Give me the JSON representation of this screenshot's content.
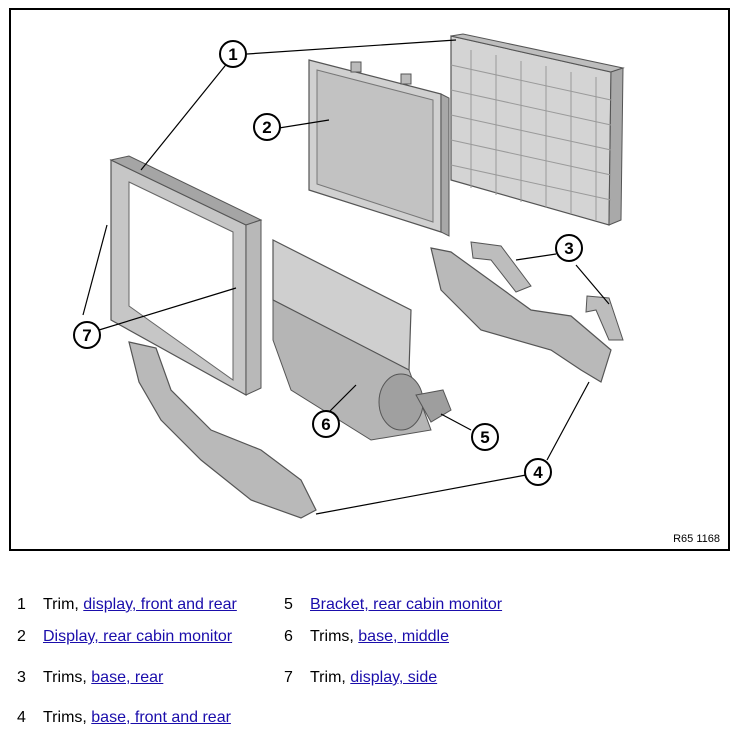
{
  "figure": {
    "reference": "R65 1168",
    "callouts": [
      "1",
      "2",
      "3",
      "4",
      "5",
      "6",
      "7"
    ]
  },
  "legend": [
    {
      "number": "1",
      "prefix": "Trim, ",
      "link": "display, front and rear"
    },
    {
      "number": "2",
      "prefix": "",
      "link": "Display, rear cabin monitor"
    },
    {
      "number": "3",
      "prefix": "Trims, ",
      "link": "base, rear"
    },
    {
      "number": "4",
      "prefix": "Trims, ",
      "link": "base, front and rear"
    },
    {
      "number": "5",
      "prefix": "",
      "link": "Bracket, rear cabin monitor"
    },
    {
      "number": "6",
      "prefix": "Trims, ",
      "link": "base, middle"
    },
    {
      "number": "7",
      "prefix": "Trim, ",
      "link": "display, side"
    }
  ],
  "colors": {
    "link": "#1a0dab",
    "part_fill": "#c9c9c9",
    "part_stroke": "#555555"
  }
}
